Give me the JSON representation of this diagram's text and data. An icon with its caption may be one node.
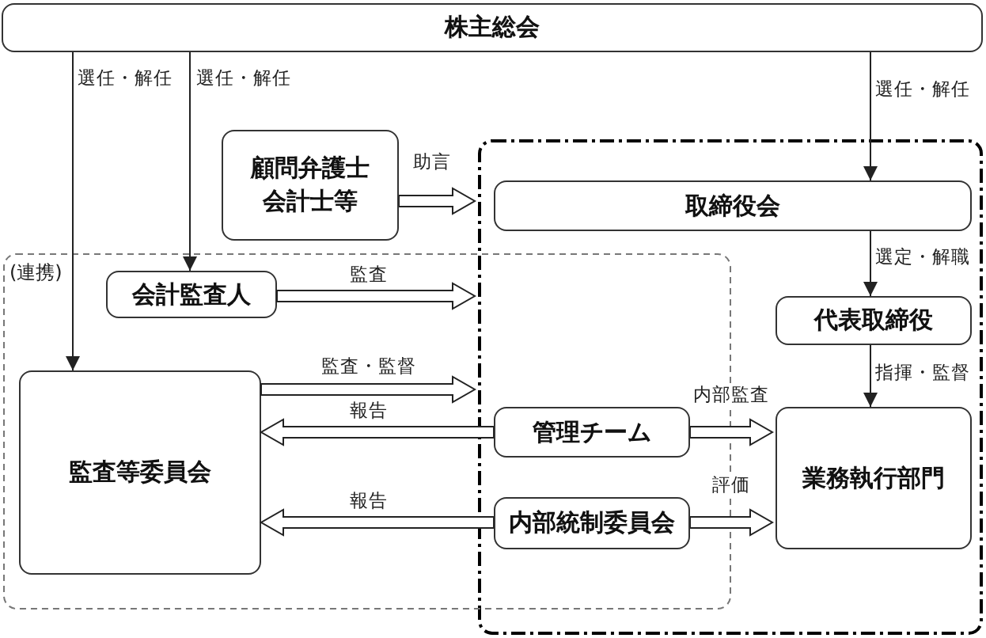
{
  "diagram": {
    "nodes": [
      {
        "text": [
          "株主総会"
        ]
      },
      {
        "text": [],
        "shape": "box"
      },
      {
        "text": [
          "(連携)"
        ]
      },
      {
        "text": [
          "顧問弁護士会計士等"
        ]
      },
      {
        "text": [
          "取締役会"
        ],
        "in": 1
      },
      {
        "text": [
          "会計監査人"
        ],
        "in": 2
      },
      {
        "text": [
          "代表取締役"
        ],
        "in": 1
      },
      {
        "text": [
          "監査等委員会"
        ],
        "in": 2
      },
      {
        "text": [
          "管理チーム"
        ]
      },
      {
        "text": [
          "内部統制委員会"
        ]
      },
      {
        "text": [
          "業務執行部門"
        ],
        "in": 1
      }
    ],
    "edges": [
      {
        "from": 0,
        "to": 7,
        "arrow": "to",
        "label": "選任・解任"
      },
      {
        "from": 0,
        "to": 5,
        "arrow": "to",
        "label": "選任・解任"
      },
      {
        "from": 0,
        "to": 4,
        "arrow": "to",
        "label": "選任・解任"
      },
      {
        "from": 3,
        "to": 1,
        "arrow": "to",
        "label": "助言",
        "style": "thick"
      },
      {
        "from": 5,
        "to": 1,
        "arrow": "to",
        "label": "監査",
        "style": "thick"
      },
      {
        "from": 7,
        "to": 1,
        "arrow": "to",
        "label": "監査・監督",
        "style": "thick"
      },
      {
        "from": 8,
        "to": 7,
        "arrow": "to",
        "label": "報告",
        "style": "thick"
      },
      {
        "from": 9,
        "to": 7,
        "arrow": "to",
        "label": "報告",
        "style": "thick"
      },
      {
        "from": 8,
        "to": 10,
        "arrow": "to",
        "label": "内部監査",
        "style": "thick"
      },
      {
        "from": 9,
        "to": 10,
        "arrow": "to",
        "label": "評価",
        "style": "thick"
      },
      {
        "from": 4,
        "to": 6,
        "arrow": "to",
        "label": "選定・解職"
      },
      {
        "from": 6,
        "to": 10,
        "arrow": "to",
        "label": "指揮・監督"
      }
    ]
  }
}
